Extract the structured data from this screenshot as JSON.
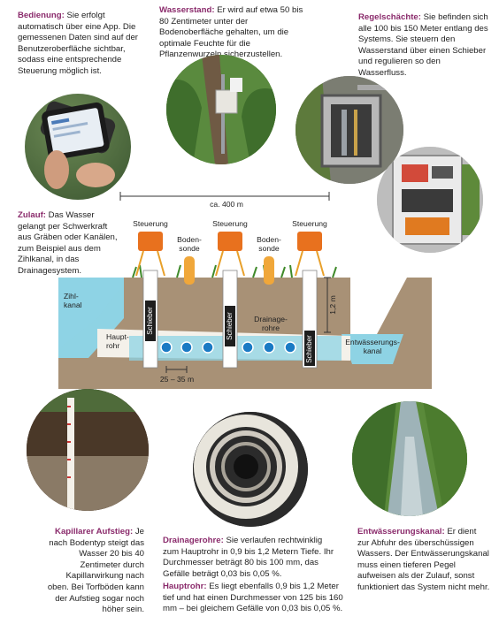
{
  "texts": {
    "bedienung": {
      "head": "Bedienung:",
      "body": "Sie erfolgt automatisch über eine App. Die gemessenen Daten sind auf der Benutzeroberfläche sichtbar, sodass eine entsprechende Steuerung möglich ist."
    },
    "wasserstand": {
      "head": "Wasserstand:",
      "body": "Er wird auf etwa 50 bis 80 Zentimeter unter der Bodenoberfläche gehalten, um die optimale Feuchte für die Pflanzenwurzeln sicherzustellen."
    },
    "regelschaechte": {
      "head": "Regelschächte:",
      "body": "Sie befinden sich alle 100 bis 150 Meter entlang des Systems. Sie steuern den Wasserstand über einen Schieber und regulieren so den Wasserfluss."
    },
    "zulauf": {
      "head": "Zulauf:",
      "body": "Das Wasser gelangt per Schwerkraft aus Gräben oder Kanälen, zum Beispiel aus dem Zihlkanal, in das Drainagesystem."
    },
    "kapillar": {
      "head": "Kapillarer Aufstieg:",
      "body": "Je nach Bodentyp steigt das Wasser 20 bis 40 Zentimeter durch Kapillarwirkung nach oben. Bei Torfböden kann der Aufstieg sogar noch höher sein."
    },
    "drainagerohre": {
      "head": "Drainagerohre:",
      "body": "Sie verlaufen rechtwinklig zum Hauptrohr in 0,9 bis 1,2 Metern Tiefe. Ihr Durchmesser beträgt 80 bis 100 mm, das Gefälle beträgt 0,03 bis 0,05 %."
    },
    "hauptrohr": {
      "head": "Hauptrohr:",
      "body": "Es liegt ebenfalls 0,9 bis 1,2 Meter tief und hat einen Durchmesser von 125 bis 160 mm – bei gleichem Gefälle von 0,03 bis 0,05 %."
    },
    "entwaesserung": {
      "head": "Entwässerungskanal:",
      "body": "Er dient zur Abfuhr des überschüssigen Wassers. Der Entwässerungskanal muss einen tieferen Pegel aufweisen als der Zulauf, sonst funktioniert das System nicht mehr."
    }
  },
  "diagram": {
    "distance": "ca. 400 m",
    "steuerung": [
      "Steuerung",
      "Steuerung",
      "Steuerung"
    ],
    "bodensonde": [
      "Boden-",
      "sonde"
    ],
    "zihlkanal": [
      "Zihl-",
      "kanal"
    ],
    "hauptrohr": [
      "Haupt-",
      "rohr"
    ],
    "drainagerohre": [
      "Drainage-",
      "rohre"
    ],
    "schieber": [
      "Schieber",
      "Schieber",
      "Schieber"
    ],
    "depth": "1,2 m",
    "spacing": "25 – 35 m",
    "entwaesserungskanal": [
      "Entwässerungs-",
      "kanal"
    ]
  },
  "photos": [
    "phone-app-photo",
    "field-sensor-photo",
    "shaft-photo",
    "control-box-photo",
    "soil-profile-photo",
    "pipe-photo",
    "canal-photo"
  ]
}
